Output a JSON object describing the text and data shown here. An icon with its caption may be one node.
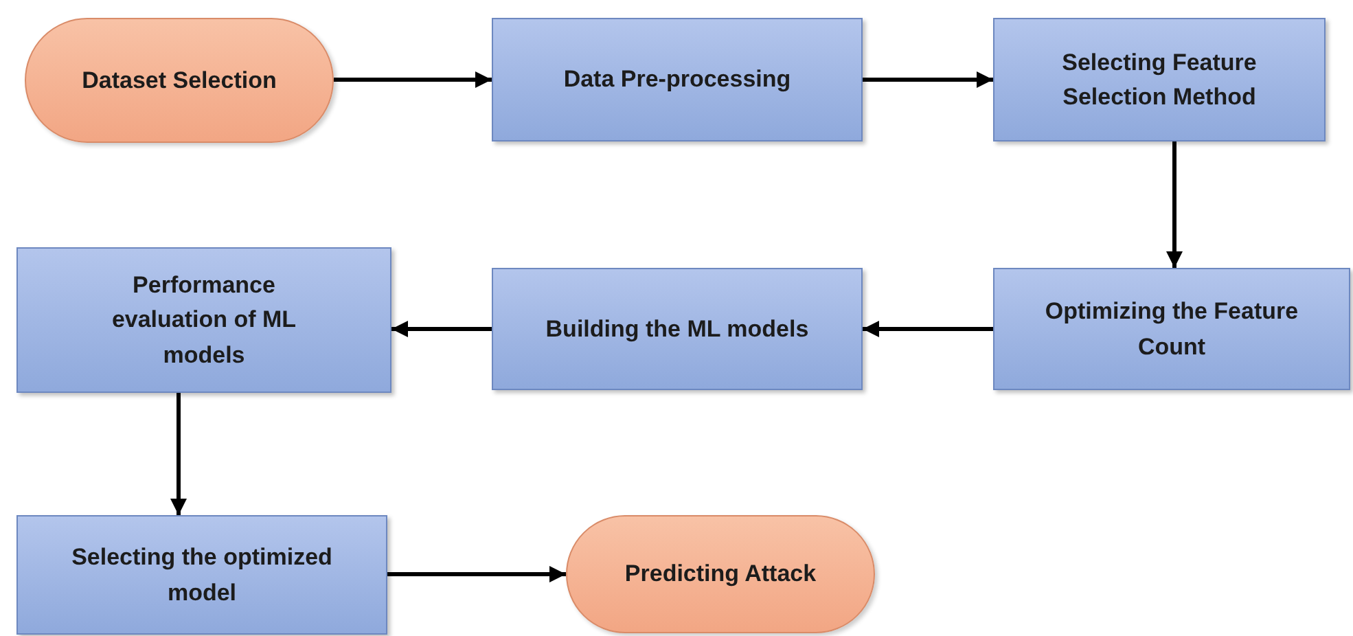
{
  "diagram": {
    "nodes": [
      {
        "text": [
          "Dataset Selection"
        ]
      },
      {
        "text": [
          "Data Pre-processing"
        ]
      },
      {
        "text": [
          "Selecting Feature Selection Method"
        ]
      },
      {
        "text": [
          "Optimizing the Feature Count"
        ]
      },
      {
        "text": [
          "Building the ML models"
        ]
      },
      {
        "text": [
          "Performance evaluation of ML models"
        ]
      },
      {
        "text": [
          "Selecting the optimized model"
        ]
      },
      {
        "text": [
          "Predicting Attack"
        ]
      }
    ],
    "edges": [
      {
        "from": 0,
        "to": 1,
        "arrow": "to"
      },
      {
        "from": 1,
        "to": 2,
        "arrow": "to"
      },
      {
        "from": 2,
        "to": 3,
        "arrow": "to"
      },
      {
        "from": 3,
        "to": 4,
        "arrow": "to"
      },
      {
        "from": 4,
        "to": 5,
        "arrow": "to"
      },
      {
        "from": 5,
        "to": 6,
        "arrow": "to"
      },
      {
        "from": 6,
        "to": 7,
        "arrow": "to"
      }
    ]
  }
}
